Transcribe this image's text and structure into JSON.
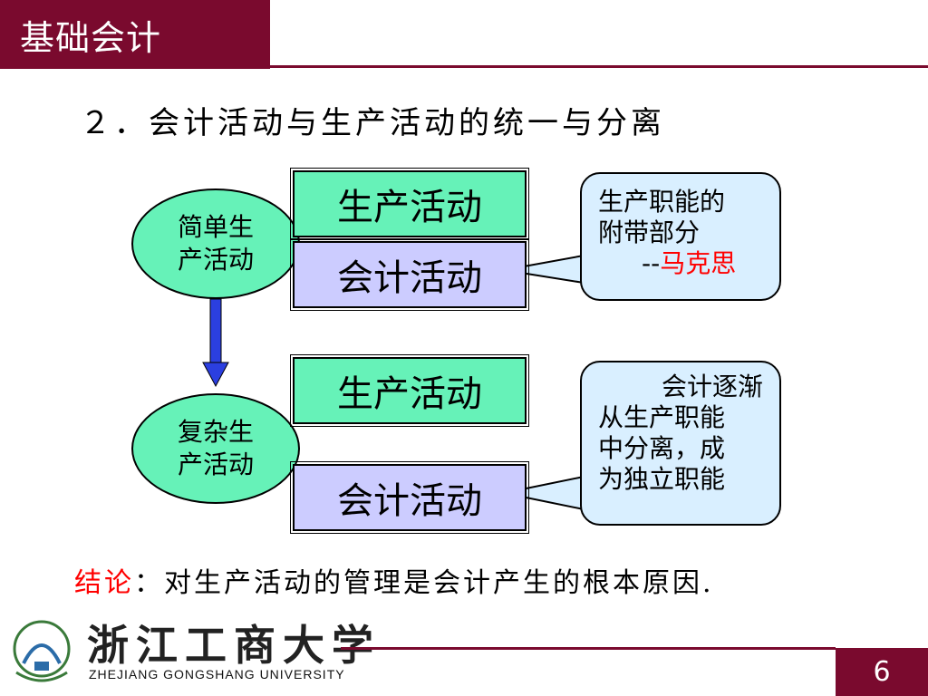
{
  "header": {
    "title": "基础会计"
  },
  "slide": {
    "title": "２．会计活动与生产活动的统一与分离",
    "top": {
      "ellipse": "简单生产活动",
      "production": "生产活动",
      "accounting": "会计活动",
      "callout_line1": "生产职能的",
      "callout_line2": "附带部分",
      "callout_dash": "--",
      "callout_author": "马克思"
    },
    "bottom": {
      "ellipse": "复杂生产活动",
      "production": "生产活动",
      "accounting": "会计活动",
      "callout_line1": "会计逐渐",
      "callout_line2": "从生产职能",
      "callout_line3": "中分离，成",
      "callout_line4": "为独立职能"
    },
    "conclusion_label": "结论",
    "conclusion_text": "：对生产活动的管理是会计产生的根本原因."
  },
  "footer": {
    "logo_cn": "浙江工商大学",
    "logo_en": "ZHEJIANG GONGSHANG UNIVERSITY",
    "page_number": "6"
  },
  "colors": {
    "brand": "#7a0a2e",
    "production": "#66f2b8",
    "accounting": "#ccccff",
    "callout": "#d9efff",
    "arrow": "#2b3fe0",
    "highlight": "#ff0000"
  }
}
